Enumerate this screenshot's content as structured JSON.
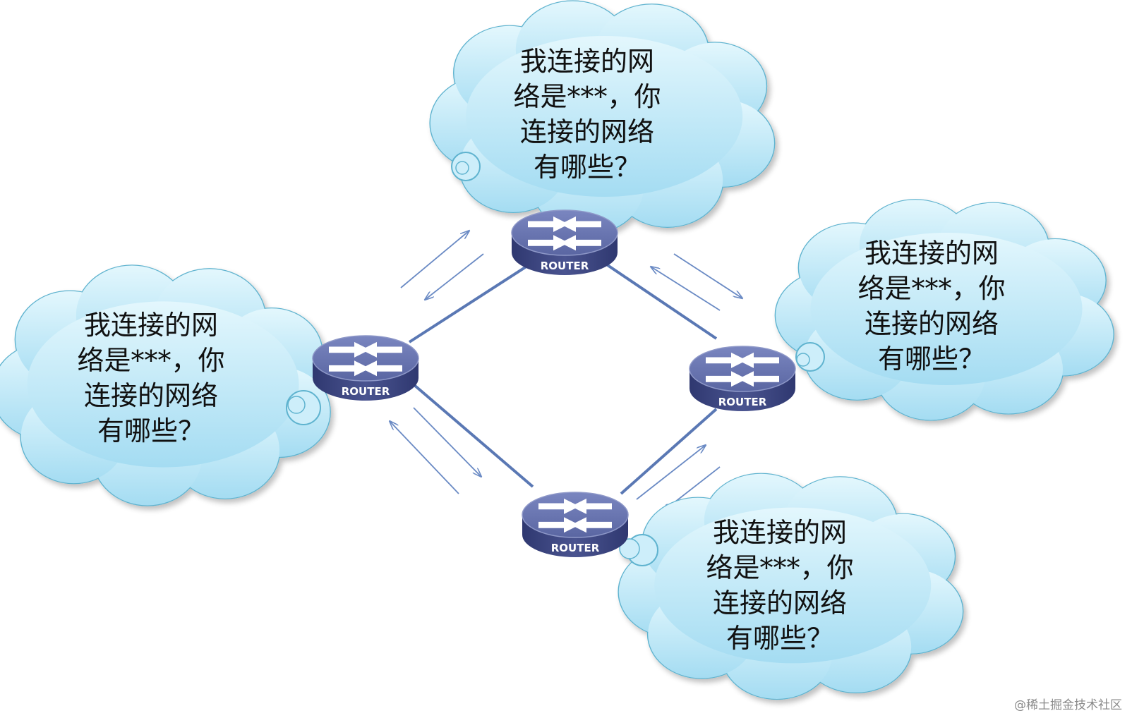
{
  "colors": {
    "cloud_fill_top": "#e3f7fd",
    "cloud_fill_bottom": "#a4dcf2",
    "cloud_stroke": "#5fb3cf",
    "router_top": "#6470ac",
    "router_side": "#3d467e",
    "link": "#5a78b4",
    "arrow": "#6a8ac4"
  },
  "routers": [
    {
      "id": "top",
      "label": "ROUTER"
    },
    {
      "id": "left",
      "label": "ROUTER"
    },
    {
      "id": "right",
      "label": "ROUTER"
    },
    {
      "id": "bottom",
      "label": "ROUTER"
    }
  ],
  "clouds": [
    {
      "id": "top",
      "lines": [
        "我连接的网",
        "络是***，你",
        "连接的网络",
        "有哪些？"
      ]
    },
    {
      "id": "left",
      "lines": [
        "我连接的网",
        "络是***，你",
        "连接的网络",
        "有哪些？"
      ]
    },
    {
      "id": "right",
      "lines": [
        "我连接的网",
        "络是***，你",
        "连接的网络",
        "有哪些？"
      ]
    },
    {
      "id": "bottom",
      "lines": [
        "我连接的网",
        "络是***，你",
        "连接的网络",
        "有哪些？"
      ]
    }
  ],
  "watermark": "@稀土掘金技术社区"
}
